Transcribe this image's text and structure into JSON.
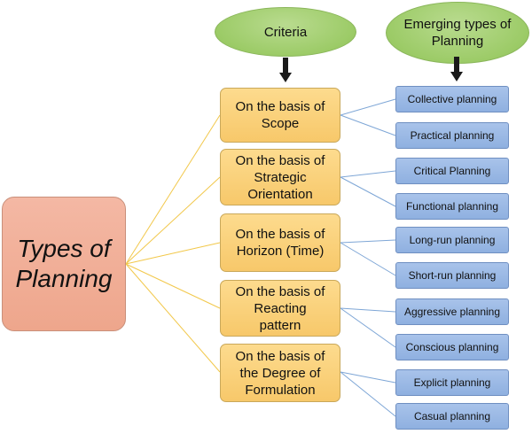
{
  "header": {
    "criteria_label": "Criteria",
    "emerging_label": "Emerging types of Planning"
  },
  "central_topic": "Types of Planning",
  "criteria": [
    {
      "label": "On the basis of Scope",
      "types": [
        "Collective planning",
        "Practical planning"
      ]
    },
    {
      "label": "On the basis of Strategic Orientation",
      "types": [
        "Critical Planning",
        "Functional planning"
      ]
    },
    {
      "label": "On the basis of Horizon (Time)",
      "types": [
        "Long-run planning",
        "Short-run planning"
      ]
    },
    {
      "label": "On the basis of Reacting pattern",
      "types": [
        "Aggressive planning",
        "Conscious planning"
      ]
    },
    {
      "label": "On the basis of the Degree of Formulation",
      "types": [
        "Explicit planning",
        "Casual planning"
      ]
    }
  ],
  "colors": {
    "header_oval": "#9ccb67",
    "central_box": "#f4b8a4",
    "criteria_box": "#fddb8e",
    "type_box": "#a8c3ea",
    "connector_central": "#f2c84b",
    "connector_types": "#7ea6d6",
    "arrow": "#1a1a1a"
  }
}
